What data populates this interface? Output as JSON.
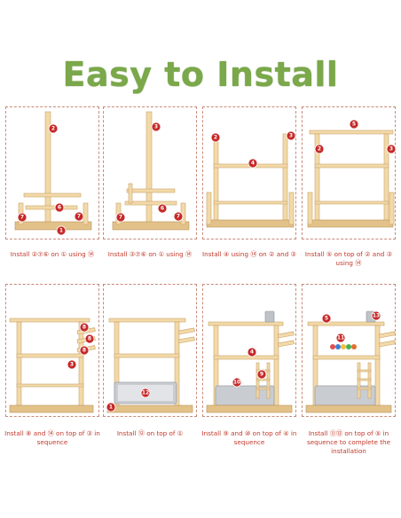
{
  "title": "Easy to Install",
  "colors": {
    "title": "#7aa84a",
    "badge": "#c62828",
    "caption": "#c0392b",
    "wood": "#f2d9a8"
  },
  "panels": [
    {
      "caption": "Install ②⑦⑥ on ① using ⑭",
      "badges": [
        "2",
        "6",
        "7",
        "7",
        "1"
      ]
    },
    {
      "caption": "Install ③⑦⑥ on ① using ⑭",
      "badges": [
        "3",
        "6",
        "7",
        "7"
      ]
    },
    {
      "caption": "Install ④ using ⑭ on ② and ③",
      "badges": [
        "2",
        "3",
        "4"
      ]
    },
    {
      "caption": "Install ⑤ on top of ② and ③ using ⑭",
      "badges": [
        "5",
        "2",
        "3"
      ]
    },
    {
      "caption": "Install ⑧ and ⑭ on top of ③ in sequence",
      "badges": [
        "8",
        "8",
        "8",
        "3"
      ]
    },
    {
      "caption": "Install ⑫ on top of ①",
      "badges": [
        "12",
        "1"
      ]
    },
    {
      "caption": "Install ⑨ and ⑩ on top of ④ in sequence",
      "badges": [
        "4",
        "10",
        "9"
      ]
    },
    {
      "caption": "Install ⑪⑬ on top of ⑤ in sequence to complete the installation",
      "badges": [
        "5",
        "13",
        "11"
      ]
    }
  ]
}
